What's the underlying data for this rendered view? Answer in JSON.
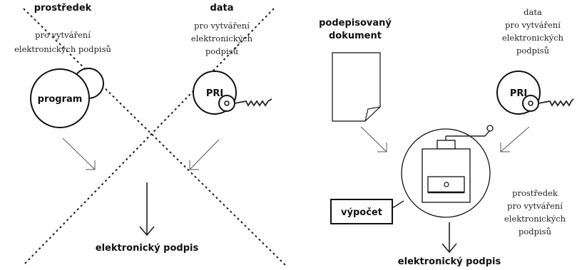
{
  "left": {
    "tool_title": "prostředek",
    "tool_line1": "pro vytváření",
    "tool_line2": "elektronických podpisů",
    "data_title": "data",
    "data_line1": "pro vytváření",
    "data_line2": "elektronických",
    "data_line3": "podpisů",
    "program_label": "program",
    "key_label": "PRI",
    "result": "elektronický podpis"
  },
  "right": {
    "doc_line1": "podepisovaný",
    "doc_line2": "dokument",
    "data_title": "data",
    "data_line1": "pro vytváření",
    "data_line2": "elektronických",
    "data_line3": "podpisů",
    "key_label": "PRI",
    "compute_label": "výpočet",
    "tool_title": "prostředek",
    "tool_line1": "pro vytváření",
    "tool_line2": "elektronických",
    "tool_line3": "podpisů",
    "result": "elektronický podpis"
  },
  "icons": [
    "document-icon",
    "key-icon",
    "grinder-machine-icon",
    "cross-out-mark"
  ]
}
